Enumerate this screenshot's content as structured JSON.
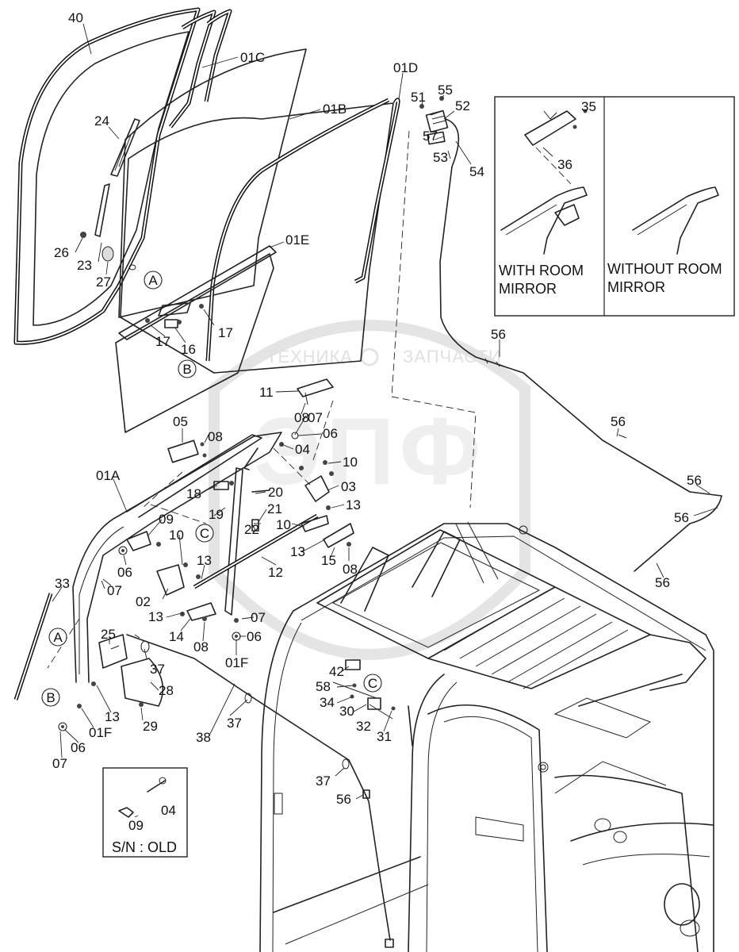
{
  "watermark": {
    "text_left": "ТЕХНИКА",
    "text_right": "ЗАПЧАСТИ",
    "logo": "ЭПФ"
  },
  "callouts": [
    {
      "id": "c40",
      "text": "40"
    },
    {
      "id": "c01C",
      "text": "01C"
    },
    {
      "id": "c01D",
      "text": "01D"
    },
    {
      "id": "c01B",
      "text": "01B"
    },
    {
      "id": "c51",
      "text": "51"
    },
    {
      "id": "c55",
      "text": "55"
    },
    {
      "id": "c52",
      "text": "52"
    },
    {
      "id": "c57",
      "text": "57"
    },
    {
      "id": "c53",
      "text": "53"
    },
    {
      "id": "c54",
      "text": "54"
    },
    {
      "id": "c24",
      "text": "24"
    },
    {
      "id": "c01E",
      "text": "01E"
    },
    {
      "id": "c26",
      "text": "26"
    },
    {
      "id": "c23",
      "text": "23"
    },
    {
      "id": "c27",
      "text": "27"
    },
    {
      "id": "c17a",
      "text": "17"
    },
    {
      "id": "c17b",
      "text": "17"
    },
    {
      "id": "c16",
      "text": "16"
    },
    {
      "id": "c11",
      "text": "11"
    },
    {
      "id": "c56a",
      "text": "56"
    },
    {
      "id": "c08a",
      "text": "08"
    },
    {
      "id": "c07a",
      "text": "07"
    },
    {
      "id": "c05",
      "text": "05"
    },
    {
      "id": "c06a",
      "text": "06"
    },
    {
      "id": "c08b",
      "text": "08"
    },
    {
      "id": "c04",
      "text": "04"
    },
    {
      "id": "c56b",
      "text": "56"
    },
    {
      "id": "c10a",
      "text": "10"
    },
    {
      "id": "c01A",
      "text": "01A"
    },
    {
      "id": "c03",
      "text": "03"
    },
    {
      "id": "c18",
      "text": "18"
    },
    {
      "id": "c20",
      "text": "20"
    },
    {
      "id": "c56c",
      "text": "56"
    },
    {
      "id": "c19",
      "text": "19"
    },
    {
      "id": "c21",
      "text": "21"
    },
    {
      "id": "c13a",
      "text": "13"
    },
    {
      "id": "c09",
      "text": "09"
    },
    {
      "id": "c56d",
      "text": "56"
    },
    {
      "id": "c22",
      "text": "22"
    },
    {
      "id": "c10b",
      "text": "10"
    },
    {
      "id": "c10c",
      "text": "10"
    },
    {
      "id": "c13b",
      "text": "13"
    },
    {
      "id": "c15",
      "text": "15"
    },
    {
      "id": "c06b",
      "text": "06"
    },
    {
      "id": "c08c",
      "text": "08"
    },
    {
      "id": "c13c",
      "text": "13"
    },
    {
      "id": "c12",
      "text": "12"
    },
    {
      "id": "c56e",
      "text": "56"
    },
    {
      "id": "c33",
      "text": "33"
    },
    {
      "id": "c07b",
      "text": "07"
    },
    {
      "id": "c02",
      "text": "02"
    },
    {
      "id": "c13d",
      "text": "13"
    },
    {
      "id": "c07c",
      "text": "07"
    },
    {
      "id": "c14",
      "text": "14"
    },
    {
      "id": "c06c",
      "text": "06"
    },
    {
      "id": "c08d",
      "text": "08"
    },
    {
      "id": "c25",
      "text": "25"
    },
    {
      "id": "c01Fa",
      "text": "01F"
    },
    {
      "id": "c37a",
      "text": "37"
    },
    {
      "id": "c42",
      "text": "42"
    },
    {
      "id": "c28",
      "text": "28"
    },
    {
      "id": "c58",
      "text": "58"
    },
    {
      "id": "c13e",
      "text": "13"
    },
    {
      "id": "c34",
      "text": "34"
    },
    {
      "id": "c30",
      "text": "30"
    },
    {
      "id": "c29",
      "text": "29"
    },
    {
      "id": "c32",
      "text": "32"
    },
    {
      "id": "c01Fb",
      "text": "01F"
    },
    {
      "id": "c37b",
      "text": "37"
    },
    {
      "id": "c31",
      "text": "31"
    },
    {
      "id": "c38",
      "text": "38"
    },
    {
      "id": "c06d",
      "text": "06"
    },
    {
      "id": "c07d",
      "text": "07"
    },
    {
      "id": "c37c",
      "text": "37"
    },
    {
      "id": "c56f",
      "text": "56"
    }
  ],
  "circled_refs": [
    {
      "id": "refA1",
      "text": "A"
    },
    {
      "id": "refB1",
      "text": "B"
    },
    {
      "id": "refC1",
      "text": "C"
    },
    {
      "id": "refA2",
      "text": "A"
    },
    {
      "id": "refB2",
      "text": "B"
    },
    {
      "id": "refC2",
      "text": "C"
    }
  ],
  "mirror_box": {
    "callouts": [
      {
        "id": "m35",
        "text": "35"
      },
      {
        "id": "m36",
        "text": "36"
      }
    ],
    "with_mirror_line1": "WITH ROOM",
    "with_mirror_line2": "MIRROR",
    "without_mirror_line1": "WITHOUT ROOM",
    "without_mirror_line2": "MIRROR"
  },
  "old_box": {
    "callouts": [
      {
        "id": "o04",
        "text": "04"
      },
      {
        "id": "o09",
        "text": "09"
      }
    ],
    "caption": "S/N : OLD"
  }
}
